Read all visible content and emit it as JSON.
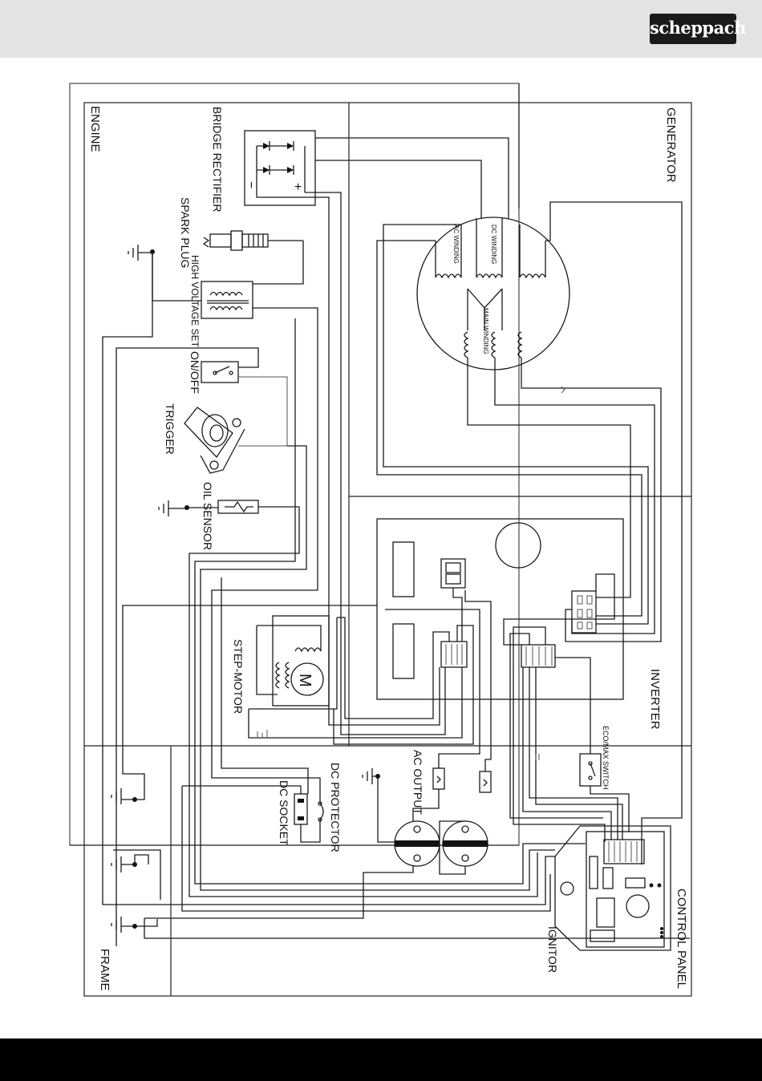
{
  "brand": {
    "logo_text": "scheppach"
  },
  "sections": {
    "engine": "ENGINE",
    "generator": "GENERATOR",
    "inverter": "INVERTER",
    "control_panel": "CONTROL PANEL",
    "frame": "FRAME"
  },
  "components": {
    "bridge_rectifier": "BRIDGE RECTIFIER",
    "spark_plug": "SPARK PLUG",
    "high_voltage_set": "HIGH VOLTAGE SET",
    "on_off": "ON/OFF",
    "trigger": "TRIGGER",
    "oil_sensor": "OIL SENSOR",
    "step_motor": "STEP-MOTOR",
    "motor_symbol": "M",
    "dc_protector": "DC PROTECTOR",
    "dc_socket": "DC SOCKET",
    "ac_output": "AC OUTPUT",
    "eco_max_switch": "ECO/MAX SWITCH",
    "ignitor": "IGNITOR",
    "ac_winding": "AC WINDING",
    "dc_winding": "DC WINDING",
    "main_winding": "MAIN WINDING"
  },
  "rectifier_signs": {
    "minus": "−",
    "plus": "+"
  },
  "colors": {
    "header_bg": "#e3e3e3",
    "footer_bg": "#000000",
    "line": "#1a1a1a"
  }
}
